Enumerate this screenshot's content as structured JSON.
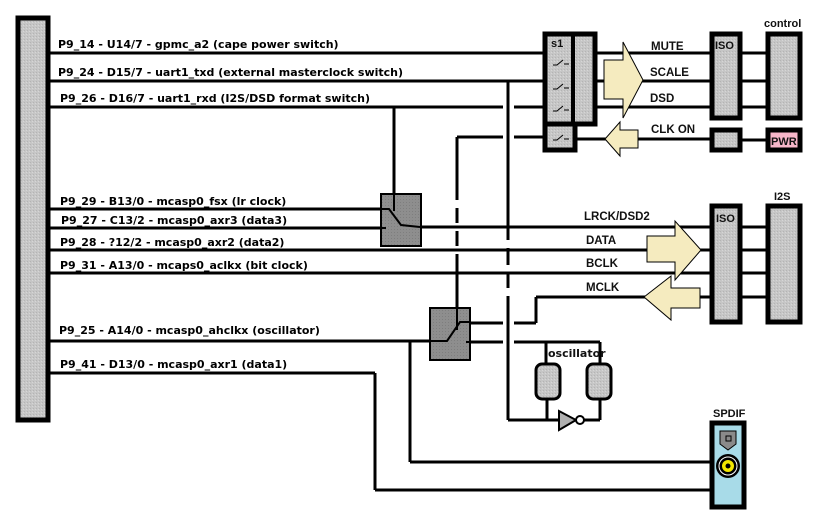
{
  "diagram": {
    "header_pins": [
      {
        "label": "P9_14 - U14/7 - gpmc_a2 (cape power switch)"
      },
      {
        "label": "P9_24 - D15/7 - uart1_txd (external masterclock switch)"
      },
      {
        "label": "P9_26 - D16/7 - uart1_rxd (I2S/DSD format switch)"
      },
      {
        "label": "P9_29 - B13/0 - mcasp0_fsx (lr clock)"
      },
      {
        "label": "P9_27 - C13/2 - mcasp0_axr3 (data3)"
      },
      {
        "label": "P9_28 - ?12/2 - mcasp0_axr2 (data2)"
      },
      {
        "label": "P9_31 - A13/0 - mcaps0_aclkx (bit clock)"
      },
      {
        "label": "P9_25 - A14/0 - mcasp0_ahclkx (oscillator)"
      },
      {
        "label": "P9_41 - D13/0 - mcasp0_axr1 (data1)"
      }
    ],
    "control_signals": [
      "MUTE",
      "SCALE",
      "DSD",
      "CLK ON"
    ],
    "i2s_signals": [
      "LRCK/DSD2",
      "DATA",
      "BCLK",
      "MCLK"
    ],
    "blocks": {
      "switch": "s1",
      "iso_top": "ISO",
      "iso_bottom": "ISO",
      "control": "control",
      "pwr": "PWR",
      "i2s": "I2S",
      "oscillator": "oscillator",
      "spdif": "SPDIF"
    },
    "colors": {
      "block_fill": "#c4c4c4",
      "mux_fill": "#8c8c8c",
      "arrow_fill": "#f5ebbf",
      "pwr_fill": "#f7b6c9",
      "spdif_fill": "#a8dbe8",
      "rca_center": "#f2e600"
    }
  }
}
